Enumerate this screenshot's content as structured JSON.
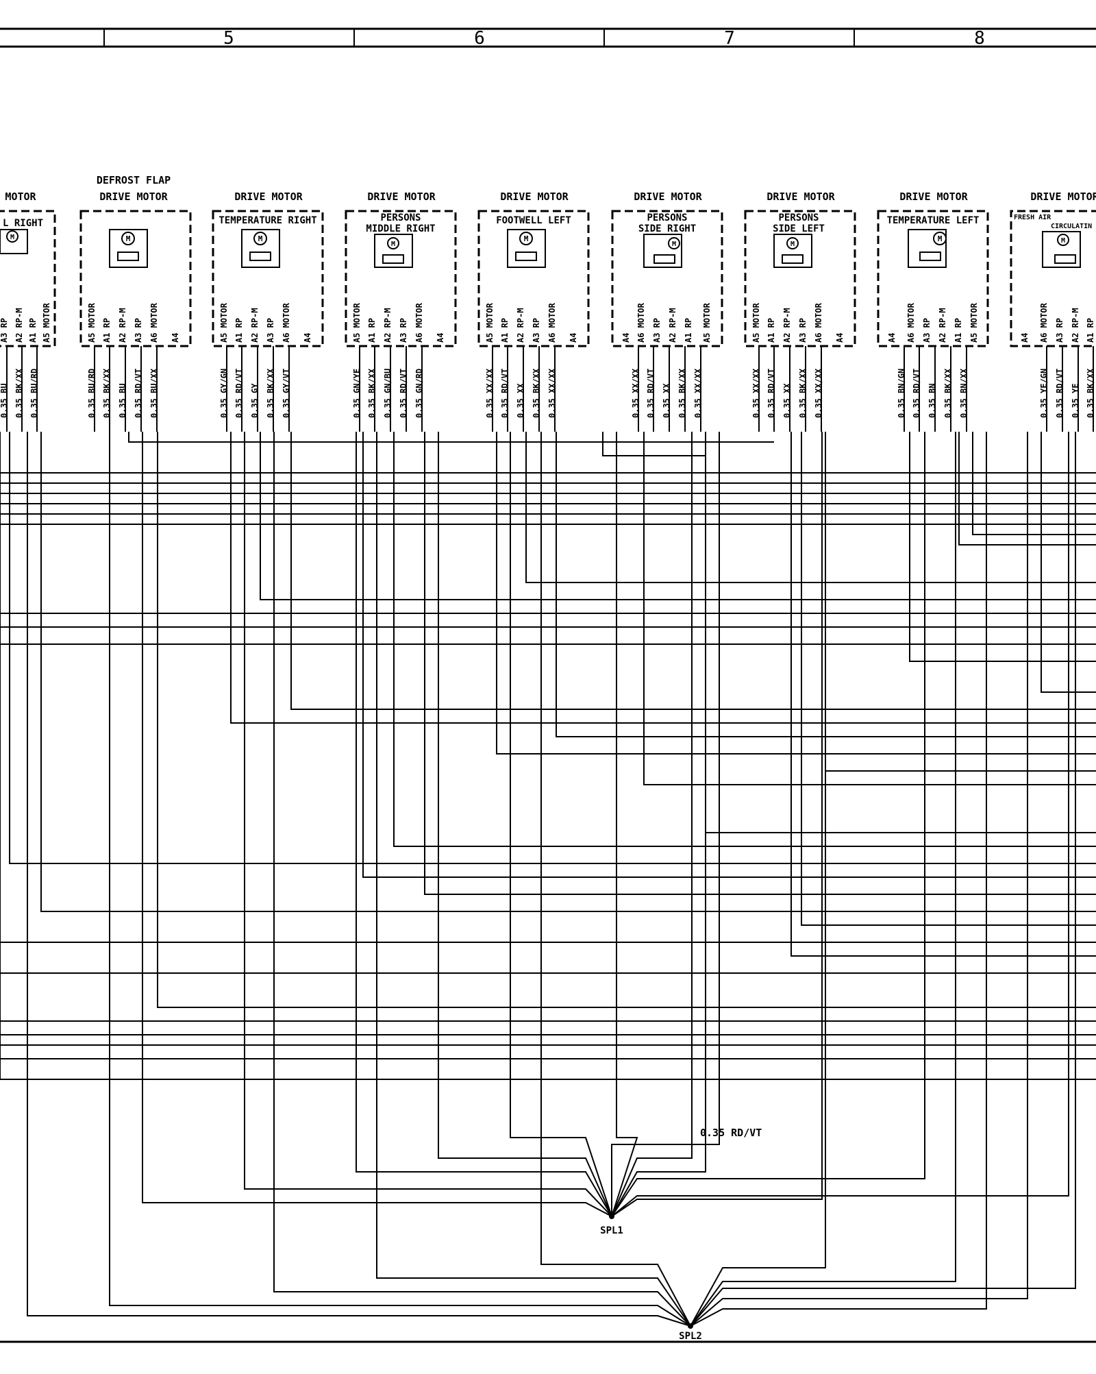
{
  "frame": {
    "zones": [
      "5",
      "6",
      "7",
      "8"
    ]
  },
  "components": [
    {
      "id": "fw-right",
      "title_lines": [
        "MOTOR"
      ],
      "box_label": [
        "L RIGHT"
      ],
      "pins": [
        "A5 MOTOR",
        "A1 RP",
        "A2 RP-M",
        "A3 RP"
      ],
      "wires": [
        "0.35 BU/RD",
        "0.35 BK/XX",
        "0.35 BU"
      ]
    },
    {
      "id": "defrost",
      "title_lines": [
        "DEFROST  FLAP",
        "DRIVE MOTOR"
      ],
      "box_label": [],
      "pins": [
        "A5 MOTOR",
        "A1 RP",
        "A2 RP-M",
        "A3 RP",
        "A6 MOTOR",
        "A4"
      ],
      "wires": [
        "0.35 BU/RD",
        "0.35 BK/XX",
        "0.35 BU",
        "0.35 RD/VT",
        "0.35 BU/XX"
      ]
    },
    {
      "id": "temp-right",
      "title_lines": [
        "DRIVE MOTOR"
      ],
      "box_label": [
        "TEMPERATURE RIGHT"
      ],
      "pins": [
        "A5 MOTOR",
        "A1 RP",
        "A2 RP-M",
        "A3 RP",
        "A6 MOTOR",
        "A4"
      ],
      "wires": [
        "0.35 GY/GN",
        "0.35 RD/VT",
        "0.35 GY",
        "0.35 BK/XX",
        "0.35 GY/VT"
      ]
    },
    {
      "id": "persons-mid-right",
      "title_lines": [
        "DRIVE MOTOR"
      ],
      "box_label": [
        "PERSONS",
        "MIDDLE RIGHT"
      ],
      "pins": [
        "A5 MOTOR",
        "A1 RP",
        "A2 RP-M",
        "A3 RP",
        "A6 MOTOR",
        "A4"
      ],
      "wires": [
        "0.35 GN/YE",
        "0.35 BK/XX",
        "0.35 GN/BU",
        "0.35 RD/VT",
        "0.35 GN/RD"
      ]
    },
    {
      "id": "footwell-left",
      "title_lines": [
        "DRIVE MOTOR"
      ],
      "box_label": [
        "FOOTWELL   LEFT"
      ],
      "pins": [
        "A5 MOTOR",
        "A1 RP",
        "A2 RP-M",
        "A3 RP",
        "A6 MOTOR",
        "A4"
      ],
      "wires": [
        "0.35 XX/XX",
        "0.35 RD/VT",
        "0.35 XX",
        "0.35 BK/XX",
        "0.35 XX/XX"
      ]
    },
    {
      "id": "persons-side-right",
      "title_lines": [
        "DRIVE MOTOR"
      ],
      "box_label": [
        "PERSONS",
        "SIDE RIGHT"
      ],
      "pins": [
        "A4",
        "A6 MOTOR",
        "A3 RP",
        "A2 RP-M",
        "A1 RP",
        "A5 MOTOR"
      ],
      "wires": [
        "0.35 XX/XX",
        "0.35 RD/VT",
        "0.35 XX",
        "0.35 BK/XX",
        "0.35 XX/XX"
      ]
    },
    {
      "id": "persons-side-left",
      "title_lines": [
        "DRIVE MOTOR"
      ],
      "box_label": [
        "PERSONS",
        "SIDE  LEFT"
      ],
      "pins": [
        "A5 MOTOR",
        "A1 RP",
        "A2 RP-M",
        "A3 RP",
        "A6 MOTOR",
        "A4"
      ],
      "wires": [
        "0.35 XX/XX",
        "0.35 RD/VT",
        "0.35 XX",
        "0.35 BK/XX",
        "0.35 XX/XX"
      ]
    },
    {
      "id": "temp-left",
      "title_lines": [
        "DRIVE MOTOR"
      ],
      "box_label": [
        "TEMPERATURE  LEFT"
      ],
      "pins": [
        "A4",
        "A6 MOTOR",
        "A3 RP",
        "A2 RP-M",
        "A1 RP",
        "A5 MOTOR"
      ],
      "wires": [
        "0.35 BN/GN",
        "0.35 RD/VT",
        "0.35 BN",
        "0.35 BK/XX",
        "0.35 BN/XX"
      ]
    },
    {
      "id": "fresh-air",
      "title_lines": [
        "DRIVE MOTOR"
      ],
      "box_label": [
        "FRESH AIR",
        "CIRCULATIN"
      ],
      "pins": [
        "A4",
        "A6 MOTOR",
        "A3 RP",
        "A2 RP-M",
        "A1 RP"
      ],
      "wires": [
        "0.35 YE/GN",
        "0.35 RD/VT",
        "0.35 YE",
        "0.35 BK/XX"
      ]
    }
  ],
  "splices": [
    {
      "label": "SPL1"
    },
    {
      "label": "SPL2"
    }
  ],
  "notes": {
    "spl1_wire": "0.35 RD/VT"
  },
  "colors": {
    "ink": "#000000",
    "paper": "#ffffff"
  }
}
